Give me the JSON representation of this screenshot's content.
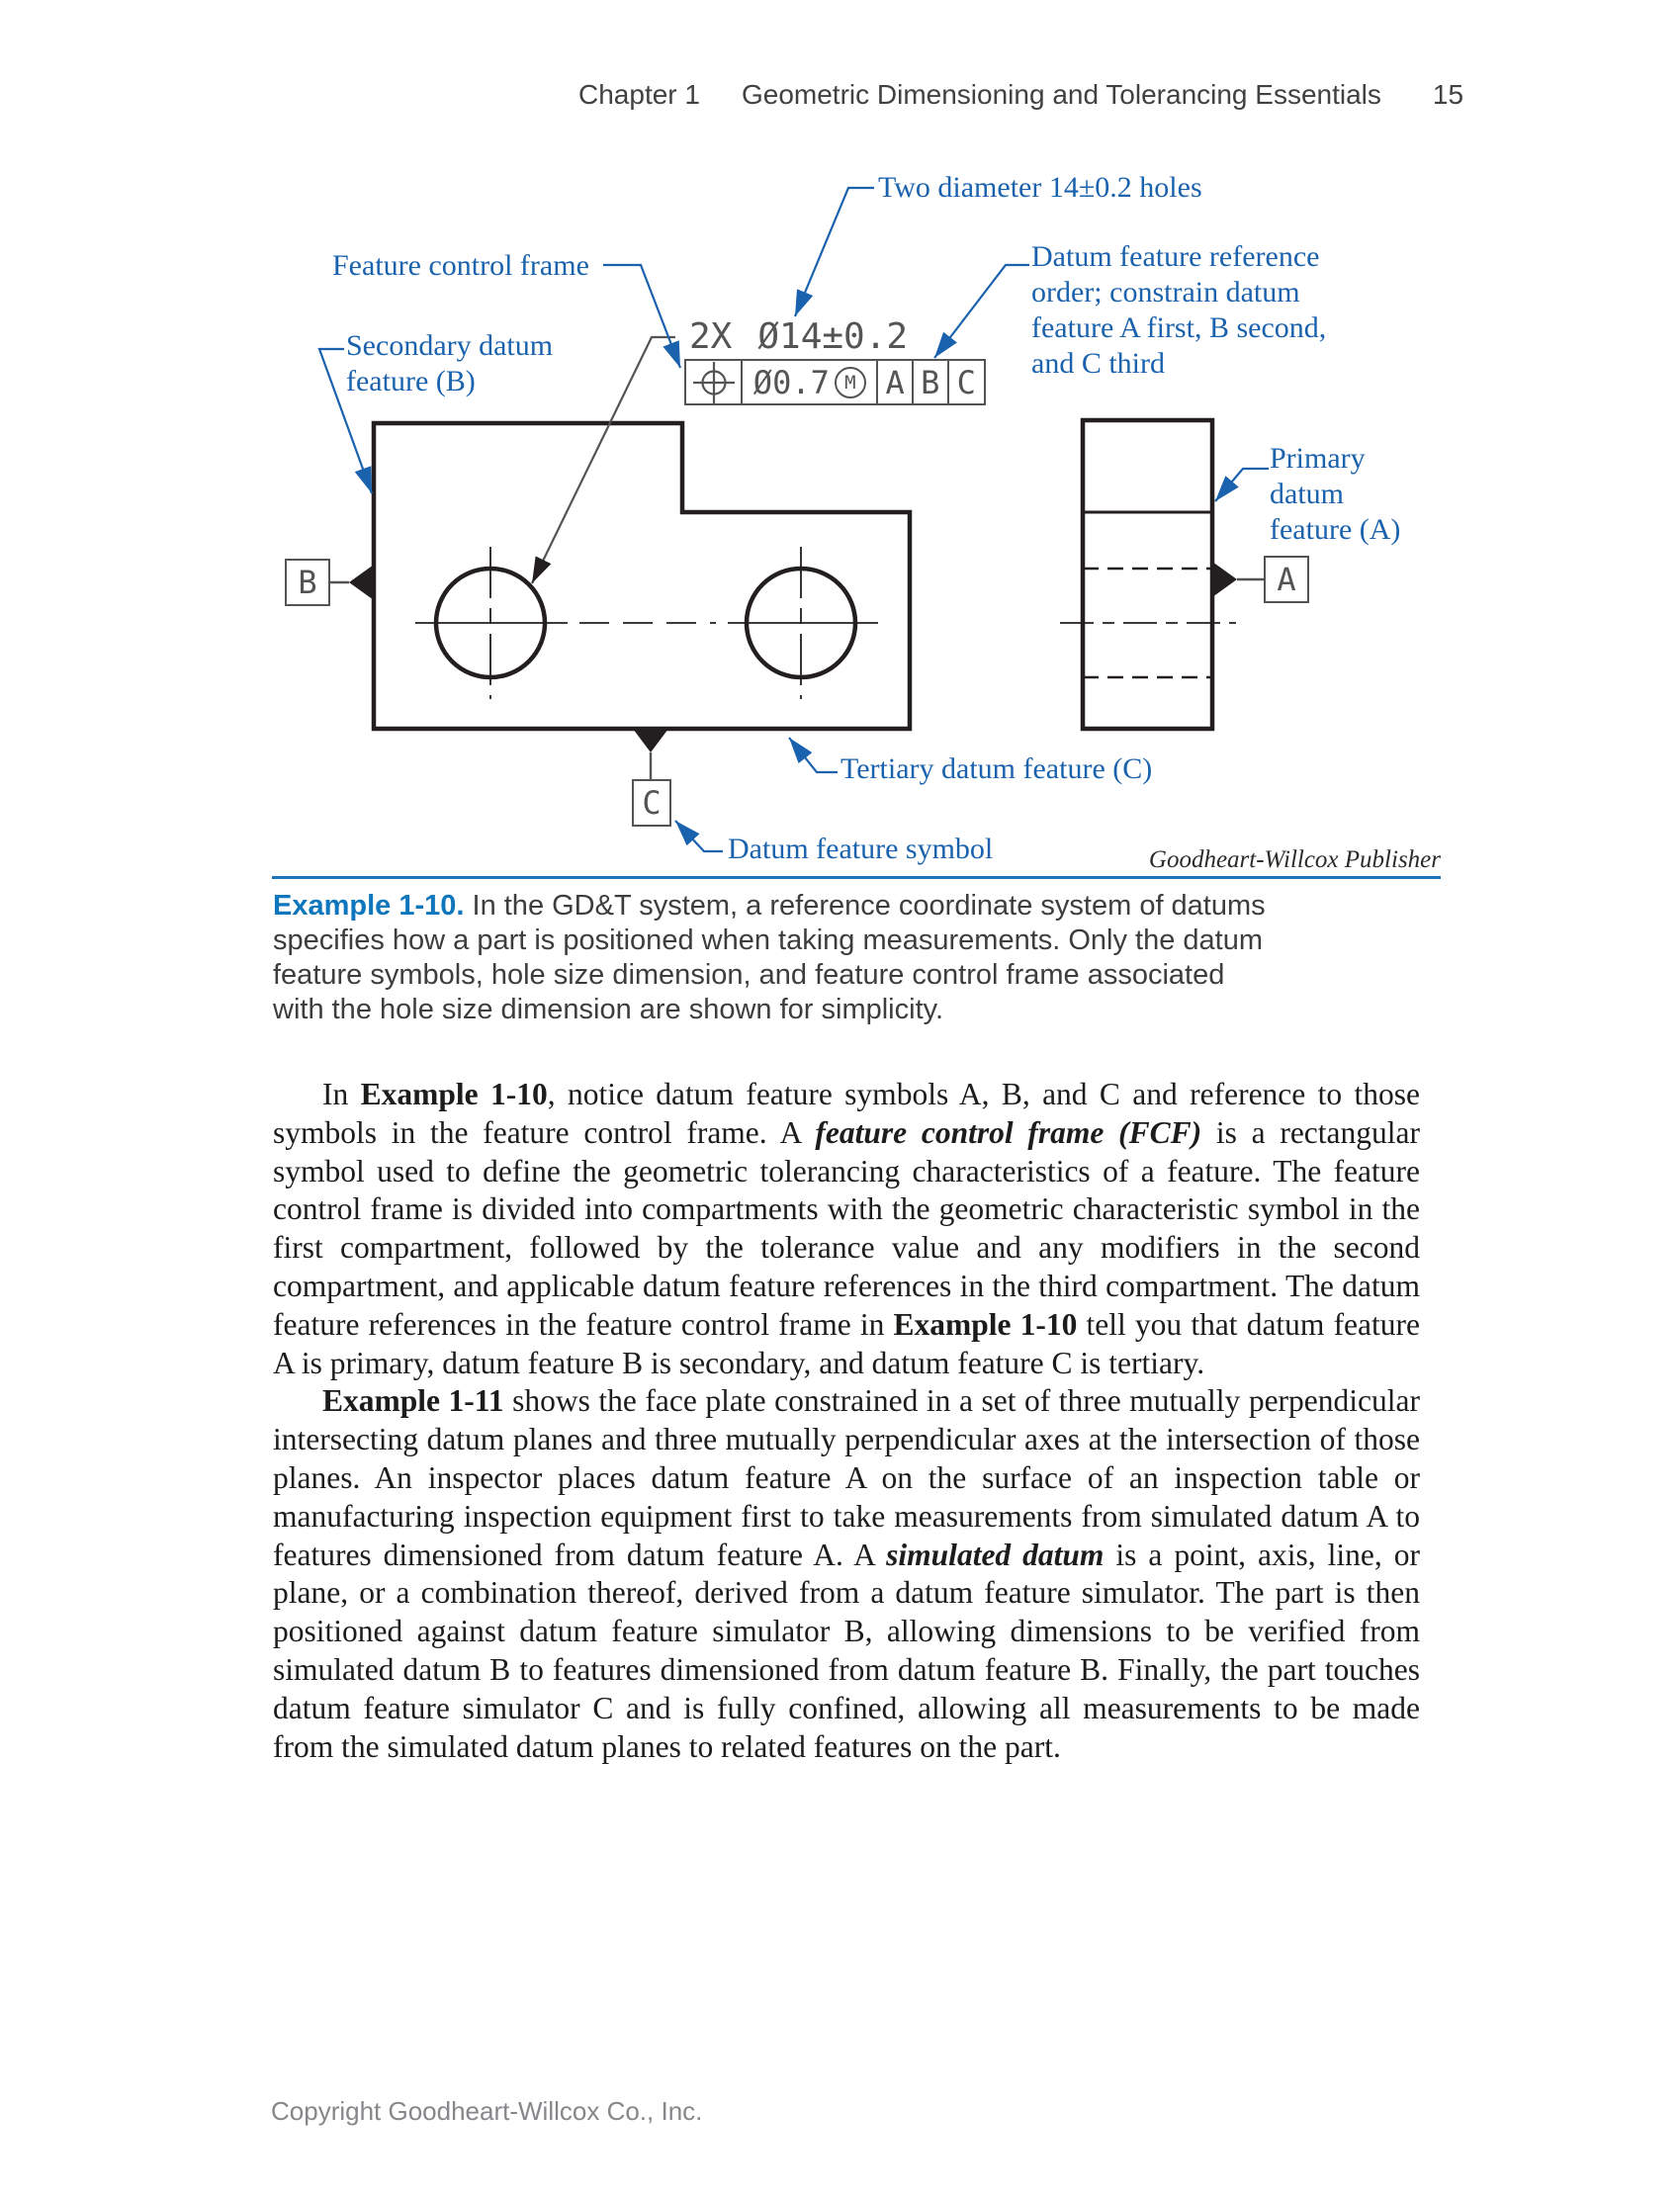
{
  "header": {
    "chapter": "Chapter 1",
    "title": "Geometric Dimensioning and Tolerancing Essentials",
    "page_number": "15"
  },
  "figure": {
    "annotations": {
      "two_holes": "Two diameter 14±0.2 holes",
      "feature_control_frame": "Feature control frame",
      "secondary_datum": "Secondary datum\nfeature (B)",
      "datum_reference_order": "Datum feature reference\norder; constrain datum\nfeature A first, B second,\nand C third",
      "primary_datum": "Primary\ndatum\nfeature (A)",
      "tertiary_datum": "Tertiary datum feature (C)",
      "datum_feature_symbol": "Datum feature symbol"
    },
    "dimension": {
      "count": "2X",
      "size": "Ø14±0.2"
    },
    "fcf": {
      "tolerance": "Ø0.7",
      "modifier": "M",
      "datum_refs": [
        "A",
        "B",
        "C"
      ]
    },
    "datum_labels": {
      "a": "A",
      "b": "B",
      "c": "C"
    },
    "credit": "Goodheart-Willcox Publisher"
  },
  "caption": {
    "label": "Example 1-10.",
    "text": " In the GD&T system, a reference coordinate system of datums\nspecifies how a part is positioned when taking measurements. Only the datum\nfeature symbols, hole size dimension, and feature control frame associated\nwith the hole size dimension are shown for simplicity."
  },
  "body": {
    "p1": {
      "s0": "In ",
      "s1": "Example 1-10",
      "s2": ", notice datum feature symbols A, B, and C and reference to those symbols in the feature control frame. A ",
      "s3": "feature control frame (FCF)",
      "s4": " is a rectangular symbol used to define the geometric tolerancing characteristics of a feature. The feature control frame is divided into compartments with the geometric characteristic symbol in the first compartment, followed by the tolerance value and any modifiers in the second compartment, and applicable datum feature references in the third compartment. The datum feature references in the feature control frame in ",
      "s5": "Example 1-10",
      "s6": " tell you that datum feature A is primary, datum feature B is secondary, and datum feature C is tertiary."
    },
    "p2": {
      "s0": "Example 1-11",
      "s1": " shows the face plate constrained in a set of three mutually perpendicular intersecting datum planes and three mutually perpendicular axes at the intersection of those planes. An inspector places datum feature A on the surface of an inspection table or manufacturing inspection equipment first to take measurements from simulated datum A to features dimensioned from datum feature A. A ",
      "s2": "simulated datum",
      "s3": " is a point, axis, line, or plane, or a combination thereof, derived from a datum feature simulator. The part is then positioned against datum feature simulator B, allowing dimensions to be verified from simulated datum B to features dimensioned from datum feature B. Finally, the part touches datum feature simulator C and is fully confined, allowing all measurements to be made from the simulated datum planes to related features on the part."
    }
  },
  "footer": "Copyright Goodheart-Willcox Co., Inc.",
  "colors": {
    "drawing_black": "#231f20",
    "drawing_gray": "#545456",
    "label_blue": "#1a62ad",
    "caption_blue": "#0e76bc",
    "rule_blue": "#1c75bb"
  }
}
